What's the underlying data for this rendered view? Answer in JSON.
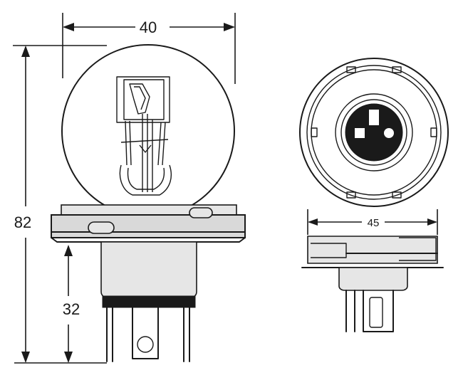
{
  "dimensions": {
    "bulb_width": "40",
    "overall_height": "82",
    "base_height": "32",
    "flange_width": "45"
  }
}
